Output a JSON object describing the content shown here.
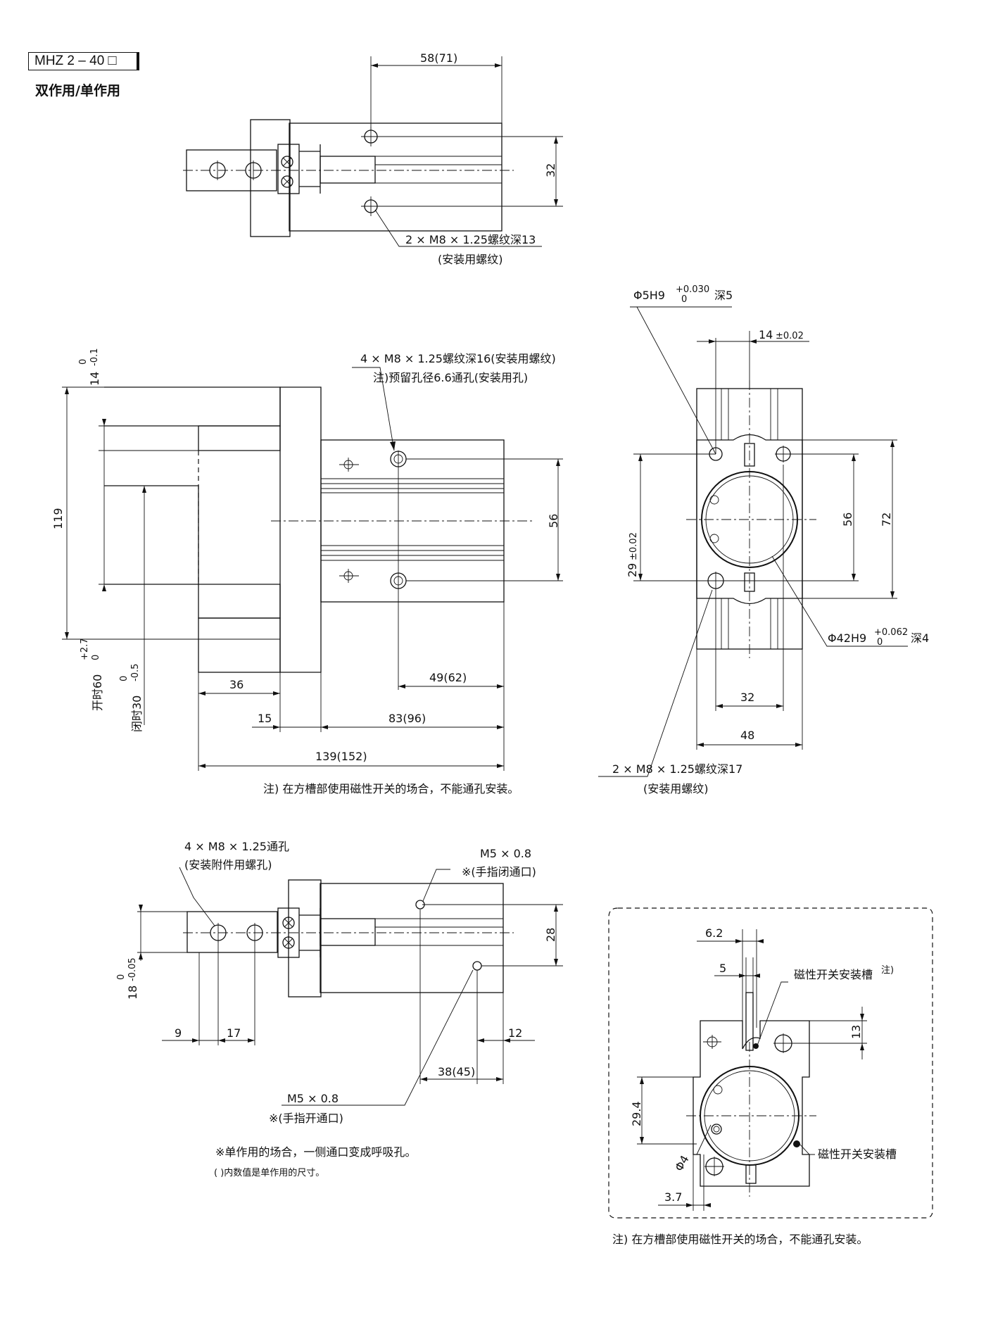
{
  "header": {
    "model": "MHZ 2 – 40",
    "model_box": "□",
    "subtitle": "双作用/单作用"
  },
  "top_view": {
    "dim_width": "58(71)",
    "dim_spacing": "32",
    "note_thread": "2 × M8 × 1.25螺纹深13",
    "note_thread_sub": "(安装用螺纹)"
  },
  "front_view": {
    "note_thread": "4 × M8 × 1.25螺纹深16(安装用螺纹)",
    "note_thread_sub": "注)预留孔径6.6通孔(安装用孔)",
    "dim_tol_14_upper": "0",
    "dim_tol_14_lower": "-0.1",
    "dim_14": "14",
    "dim_119": "119",
    "dim_56": "56",
    "dim_open": "开时60",
    "dim_open_tol_upper": "+2.7",
    "dim_open_tol_lower": "0",
    "dim_closed": "闭时30",
    "dim_closed_tol_upper": "0",
    "dim_closed_tol_lower": "-0.5",
    "dim_36": "36",
    "dim_15": "15",
    "dim_49": "49(62)",
    "dim_83": "83(96)",
    "dim_139": "139(152)",
    "note_bottom": "注) 在方槽部使用磁性开关的场合，不能通孔安装。"
  },
  "side_view": {
    "note_pin": "Φ5H9",
    "note_pin_tol_upper": "+0.030",
    "note_pin_tol_lower": "0",
    "note_pin_depth": "深5",
    "dim_14": "14",
    "dim_14_tol": "±0.02",
    "dim_29": "29",
    "dim_29_tol": "±0.02",
    "dim_56": "56",
    "dim_72": "72",
    "note_bore": "Φ42H9",
    "note_bore_tol_upper": "+0.062",
    "note_bore_tol_lower": "0",
    "note_bore_depth": "深4",
    "dim_32": "32",
    "dim_48": "48",
    "note_thread": "2 × M8 × 1.25螺纹深17",
    "note_thread_sub": "(安装用螺纹)"
  },
  "bottom_view": {
    "note_hole": "4 × M8 × 1.25通孔",
    "note_hole_sub": "(安装附件用螺孔)",
    "port_closed": "M5 × 0.8",
    "port_closed_sub": "※(手指闭通口)",
    "dim_28": "28",
    "dim_18": "18",
    "dim_18_tol_upper": "0",
    "dim_18_tol_lower": "-0.05",
    "dim_9": "9",
    "dim_17": "17",
    "dim_12": "12",
    "dim_38": "38(45)",
    "port_open": "M5 × 0.8",
    "port_open_sub": "※(手指开通口)",
    "note_single": "※单作用的场合，一侧通口变成呼吸孔。",
    "note_paren": "(  )内数值是单作用的尺寸。"
  },
  "detail_view": {
    "dim_6_2": "6.2",
    "dim_5": "5",
    "slot_label": "磁性开关安装槽",
    "slot_label_note": "注)",
    "dim_13": "13",
    "dim_29_4": "29.4",
    "dim_phi4": "Φ4",
    "slot_label_2": "磁性开关安装槽",
    "dim_3_7": "3.7",
    "note_bottom": "注) 在方槽部使用磁性开关的场合，不能通孔安装。"
  }
}
